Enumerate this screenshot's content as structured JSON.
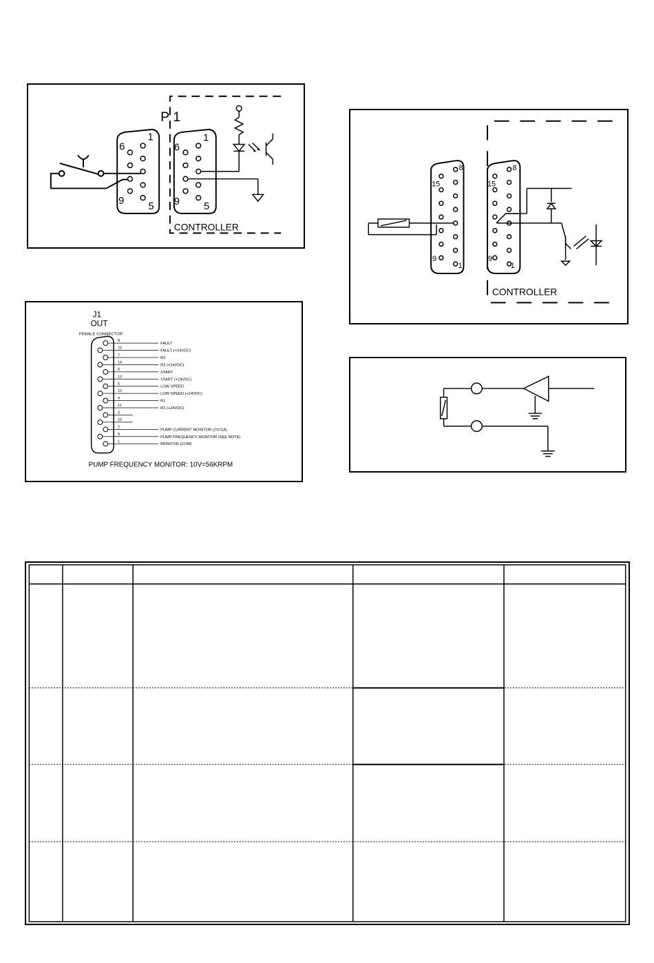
{
  "diagram_p1": {
    "connector_label": "P 1",
    "controller_label": "CONTROLLER",
    "left_pins": {
      "p6": "6",
      "p1": "1",
      "p9": "9",
      "p5": "5"
    },
    "right_pins": {
      "p6": "6",
      "p1": "1",
      "p9": "9",
      "p5": "5"
    }
  },
  "diagram_p2": {
    "controller_label": "CONTROLLER",
    "left_pins": {
      "p8": "8",
      "p15": "15",
      "p9": "9",
      "p1": "1"
    },
    "right_pins": {
      "p8": "8",
      "p15": "15",
      "p9": "9",
      "p1": "1"
    }
  },
  "diagram_j1": {
    "title": "J1",
    "subtitle": "OUT",
    "connector_type": "FEMALE CONNECTOR",
    "pins": [
      {
        "num": "8",
        "label": "FAULT"
      },
      {
        "num": "15",
        "label": "FAULT (+24VDC)"
      },
      {
        "num": "7",
        "label": "R2"
      },
      {
        "num": "14",
        "label": "R2 (+24VDC)"
      },
      {
        "num": "6",
        "label": "START"
      },
      {
        "num": "13",
        "label": "START (+24VDC)"
      },
      {
        "num": "5",
        "label": "LOW SPEED"
      },
      {
        "num": "12",
        "label": "LOW SPEED (+24VDC)"
      },
      {
        "num": "4",
        "label": "R1"
      },
      {
        "num": "11",
        "label": "R1 (+24VDC)"
      },
      {
        "num": "3",
        "label": ""
      },
      {
        "num": "10",
        "label": ""
      },
      {
        "num": "2",
        "label": "PUMP CURRENT MONITOR (2V=1A)"
      },
      {
        "num": "9",
        "label": "PUMP FREQUENCY MONITOR (SEE NOTE)"
      },
      {
        "num": "1",
        "label": "MONITOR (COM)"
      }
    ],
    "note": "PUMP FREQUENCY MONITOR: 10V=56KRPM"
  }
}
